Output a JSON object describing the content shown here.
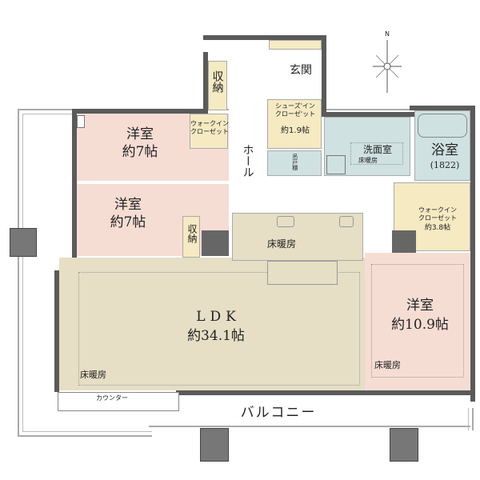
{
  "compass": {
    "north_label": "N"
  },
  "rooms": {
    "western_room_1": {
      "name": "洋室",
      "size": "約7帖"
    },
    "western_room_2": {
      "name": "洋室",
      "size": "約7帖"
    },
    "western_room_3": {
      "name": "洋室",
      "size": "約10.9帖",
      "floor_heating": "床暖房"
    },
    "ldk": {
      "name": "LDK",
      "size": "約34.1帖",
      "floor_heating": "床暖房",
      "kitchen_floor_heating": "床暖房"
    },
    "entrance": {
      "name": "玄関"
    },
    "hall": {
      "name": "ホール"
    },
    "storage_top": {
      "name": "収納"
    },
    "storage_mid": {
      "name": "収納"
    },
    "walkin_closet_1": {
      "name": "ウォークイン\nクローゼット"
    },
    "walkin_closet_2": {
      "name": "ウォークイン\nクローゼット",
      "size": "約3.8帖"
    },
    "shoes_in_closet": {
      "name": "シューズ'イン\nクローゼ'ット",
      "size": "約1.9帖"
    },
    "washroom": {
      "name": "洗面室",
      "floor_heating": "床暖房"
    },
    "bathroom": {
      "name": "浴室",
      "size": "(1822)"
    },
    "toilet_shelf": {
      "name": "吊戸棚"
    },
    "counter": {
      "name": "カウンター"
    },
    "balcony": {
      "name": "バルコニー"
    }
  },
  "colors": {
    "bedroom": "#f6ddd4",
    "ldk": "#e6dec5",
    "storage": "#f5eac2",
    "wet_area": "#cfe1e1",
    "wall": "#5a5a5a"
  }
}
